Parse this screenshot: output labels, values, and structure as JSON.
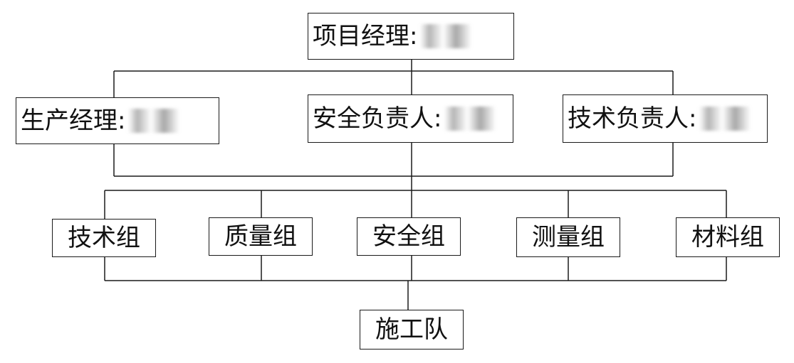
{
  "top": {
    "label": "项目经理:"
  },
  "managers": [
    {
      "label": "生产经理:"
    },
    {
      "label": "安全负责人:"
    },
    {
      "label": "技术负责人:"
    }
  ],
  "groups": [
    {
      "label": "技术组"
    },
    {
      "label": "质量组"
    },
    {
      "label": "安全组"
    },
    {
      "label": "测量组"
    },
    {
      "label": "材料组"
    }
  ],
  "bottom": {
    "label": "施工队"
  }
}
